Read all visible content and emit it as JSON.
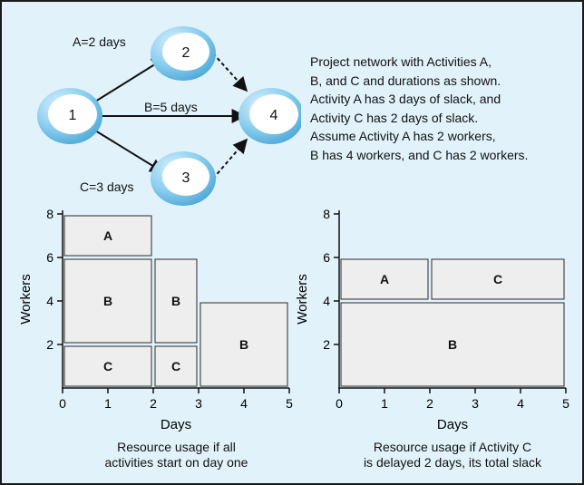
{
  "network": {
    "nodes": [
      {
        "id": "1",
        "label": "1"
      },
      {
        "id": "2",
        "label": "2"
      },
      {
        "id": "3",
        "label": "3"
      },
      {
        "id": "4",
        "label": "4"
      }
    ],
    "edge_labels": {
      "a": "A=2 days",
      "b": "B=5 days",
      "c": "C=3 days"
    },
    "description_lines": [
      "Project network with Activities A,",
      "B, and C and durations as shown.",
      "Activity A has 3 days of slack, and",
      "Activity C has 2 days of slack.",
      "Assume Activity A has  2 workers,",
      "B has 4 workers, and C has 2 workers."
    ]
  },
  "left_chart": {
    "y_axis_label": "Workers",
    "x_axis_label": "Days",
    "x_ticks": [
      "0",
      "1",
      "2",
      "3",
      "4",
      "5"
    ],
    "y_ticks": [
      "2",
      "4",
      "6",
      "8"
    ],
    "caption_lines": [
      "Resource usage if all",
      "activities start on day one"
    ]
  },
  "right_chart": {
    "y_axis_label": "Workers",
    "x_axis_label": "Days",
    "x_ticks": [
      "0",
      "1",
      "2",
      "3",
      "4",
      "5"
    ],
    "y_ticks": [
      "2",
      "4",
      "6",
      "8"
    ],
    "caption_lines": [
      "Resource usage if Activity C",
      "is delayed 2 days, its total slack"
    ]
  },
  "chart_data": [
    {
      "type": "bar",
      "subtype": "stacked-resource-histogram",
      "xlabel": "Days",
      "ylabel": "Workers",
      "xlim": [
        0,
        5
      ],
      "ylim": [
        0,
        8
      ],
      "blocks": [
        {
          "label": "C",
          "x_start": 0,
          "x_end": 2,
          "y_start": 0,
          "y_end": 2
        },
        {
          "label": "B",
          "x_start": 0,
          "x_end": 2,
          "y_start": 2,
          "y_end": 6
        },
        {
          "label": "A",
          "x_start": 0,
          "x_end": 2,
          "y_start": 6,
          "y_end": 8
        },
        {
          "label": "C",
          "x_start": 2,
          "x_end": 3,
          "y_start": 0,
          "y_end": 2
        },
        {
          "label": "B",
          "x_start": 2,
          "x_end": 3,
          "y_start": 2,
          "y_end": 6
        },
        {
          "label": "B",
          "x_start": 3,
          "x_end": 5,
          "y_start": 0,
          "y_end": 4
        }
      ]
    },
    {
      "type": "bar",
      "subtype": "stacked-resource-histogram",
      "xlabel": "Days",
      "ylabel": "Workers",
      "xlim": [
        0,
        5
      ],
      "ylim": [
        0,
        8
      ],
      "blocks": [
        {
          "label": "B",
          "x_start": 0,
          "x_end": 5,
          "y_start": 0,
          "y_end": 4
        },
        {
          "label": "A",
          "x_start": 0,
          "x_end": 2,
          "y_start": 4,
          "y_end": 6
        },
        {
          "label": "C",
          "x_start": 2,
          "x_end": 5,
          "y_start": 4,
          "y_end": 6
        }
      ]
    }
  ],
  "colors": {
    "background": "#e1f2fb",
    "block_fill": "#eeeeee",
    "block_stroke": "#2a2a2a",
    "node_rim": "#7cc8ee",
    "node_face": "#ffffff"
  }
}
